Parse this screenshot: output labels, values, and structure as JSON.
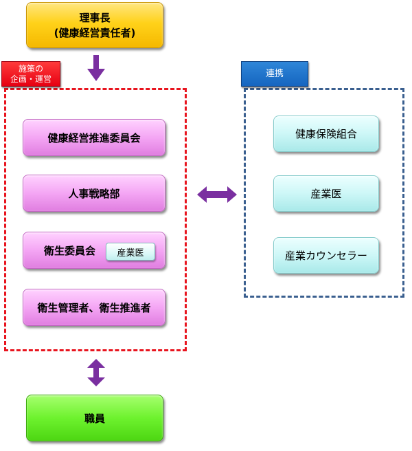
{
  "top_box": {
    "line1": "理事長",
    "line2": "(健康経営責任者)"
  },
  "left_tab": {
    "line1": "施策の",
    "line2": "企画・運営"
  },
  "right_tab": {
    "label": "連携"
  },
  "left_group": {
    "items": [
      {
        "label": "健康経営推進委員会"
      },
      {
        "label": "人事戦略部"
      },
      {
        "label": "衛生委員会",
        "chip": "産業医"
      },
      {
        "label": "衛生管理者、衛生推進者"
      }
    ]
  },
  "right_group": {
    "items": [
      {
        "label": "健康保険組合"
      },
      {
        "label": "産業医"
      },
      {
        "label": "産業カウンセラー"
      }
    ]
  },
  "bottom_box": {
    "label": "職員"
  },
  "colors": {
    "gold": "#ffd21a",
    "pink": "#f4a6f4",
    "cyan": "#cdf7f7",
    "green": "#6ef22e",
    "red_dash": "#e8141e",
    "blue_dash": "#3a5f8f",
    "arrow_purple": "#7a2fa0",
    "tab_red": "#e60012",
    "tab_blue": "#1565c0"
  }
}
